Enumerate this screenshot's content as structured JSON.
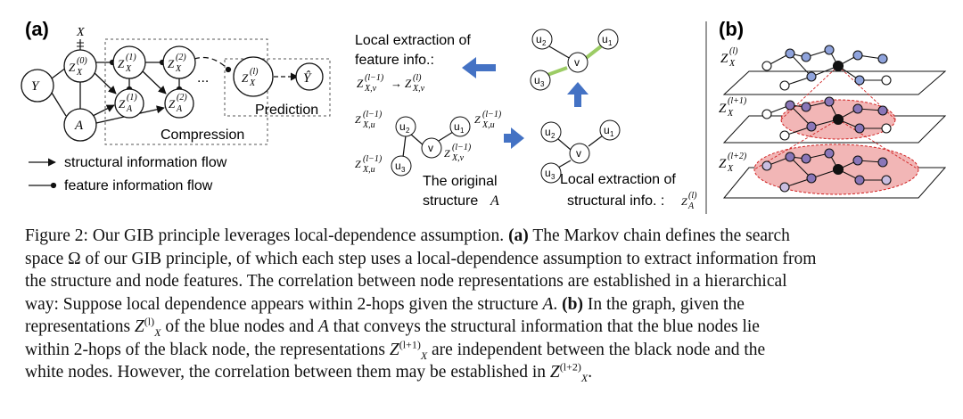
{
  "panel_a": {
    "label": "(a)",
    "nodes": {
      "x": "X",
      "y": "Y",
      "a": "A",
      "zx0": "Z",
      "zx0_sup": "(0)",
      "zx1_sup": "(1)",
      "zx2_sup": "(2)",
      "zxl_sup": "(l)",
      "za1_sup": "(1)",
      "za2_sup": "(2)",
      "sub_x": "X",
      "sub_a": "A",
      "ellipsis": "...",
      "y_hat": "Ŷ"
    },
    "compression_label": "Compression",
    "prediction_label": "Prediction",
    "legend": {
      "structural": "structural information flow",
      "feature": "feature information flow"
    }
  },
  "panel_mid": {
    "feature_title_1": "Local extraction of",
    "feature_title_2": "feature info.:",
    "feature_formula_l": "Z",
    "feature_formula_l_sup": "(l−1)",
    "feature_formula_sub": "X,v",
    "feature_formula_arrow": "→",
    "feature_formula_r_sup": "(l)",
    "orig_label_1": "The original",
    "orig_label_2": "structure",
    "orig_label_A": "A",
    "structural_title_1": "Local extraction of",
    "structural_title_2": "structural info. :",
    "structural_z_sup": "(l)",
    "structural_z_sub": "A",
    "node_u1": "u",
    "node_u2": "u",
    "node_u3": "u",
    "node_v": "v",
    "idx1": "1",
    "idx2": "2",
    "idx3": "3",
    "z_lm1": "(l−1)",
    "z_sub_u2": "X,u",
    "z_sub_u1": "X,u",
    "z_sub_u3": "X,u",
    "z_sub_v": "X,v",
    "Z": "Z"
  },
  "panel_b": {
    "label": "(b)",
    "layer1_sup": "(l)",
    "layer2_sup": "(l+1)",
    "layer3_sup": "(l+2)",
    "Z": "Z",
    "X": "X"
  },
  "caption": {
    "figure_no": "Figure 2:",
    "line1_pre": "Our GIB principle leverages local-dependence assumption.",
    "line1_a": "(a)",
    "line1_post": "The Markov chain defines the search",
    "line2": "space Ω of our GIB principle, of which each step uses a local-dependence assumption to extract information from",
    "line3": "the structure and node features. The correlation between node representations are established in a hierarchical",
    "line4_pre": "way: Suppose local dependence appears within 2-hops given the structure",
    "line4_A": "A",
    "line4_dot": ".",
    "line4_b": "(b)",
    "line4_post": "In the graph, given the",
    "line5_pre": "representations",
    "line5_post": "of the blue nodes and",
    "line5_A": "A",
    "line5_post2": "that conveys the structural information that the blue nodes lie",
    "line6_pre": "within 2-hops of the black node, the representations",
    "line6_post": "are independent between the black node and the",
    "line7_pre": "white nodes. However, the correlation between them may be established in",
    "line7_end": ".",
    "Z": "Z",
    "X": "X",
    "sup_l": "(l)",
    "sup_l1": "(l+1)",
    "sup_l2": "(l+2)"
  },
  "colors": {
    "blue_arrow": "#4472c4",
    "node_blue": "#8fa3dc",
    "node_purple": "#8a76b8",
    "highlight_red": "#e8a0a0",
    "dashed_red": "#d02020",
    "green_edge": "#9ccc65"
  }
}
